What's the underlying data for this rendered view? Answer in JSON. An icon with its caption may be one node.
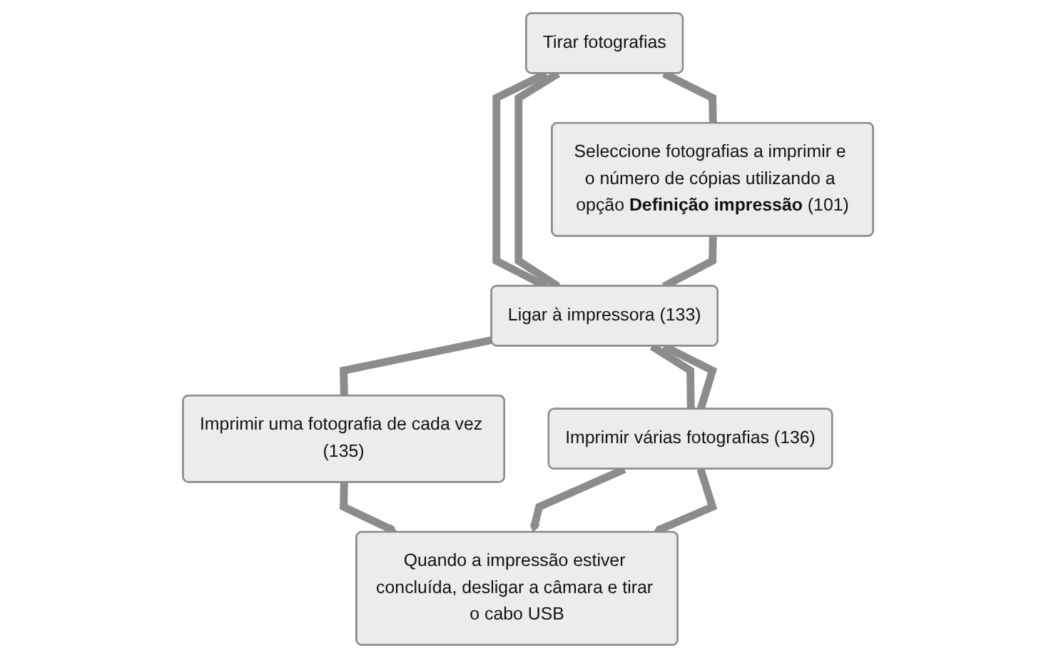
{
  "diagram": {
    "nodes": [
      {
        "text": [
          "Tirar fotografias"
        ]
      },
      {
        "text": [
          "Seleccione fotografias a imprimir e o número de cópias utilizando a opção **Definição impressão** (101)"
        ]
      },
      {
        "text": [
          "Ligar à impressora (133)"
        ]
      },
      {
        "text": [
          "Imprimir uma fotografia de cada vez (135)"
        ]
      },
      {
        "text": [
          "Imprimir várias fotografias (136)"
        ]
      },
      {
        "text": [
          "Quando a impressão estiver concluída, desligar a câmara e tirar o cabo USB"
        ]
      }
    ],
    "edges": [
      {
        "from": 0,
        "to": 2,
        "arrow": "none"
      },
      {
        "from": 0,
        "to": 2,
        "arrow": "none"
      },
      {
        "from": 0,
        "to": 1,
        "arrow": "none"
      },
      {
        "from": 1,
        "to": 2,
        "arrow": "none"
      },
      {
        "from": 2,
        "to": 3,
        "arrow": "none"
      },
      {
        "from": 2,
        "to": 4,
        "arrow": "none"
      },
      {
        "from": 2,
        "to": 4,
        "arrow": "none"
      },
      {
        "from": 3,
        "to": 5,
        "arrow": "to"
      },
      {
        "from": 4,
        "to": 5,
        "arrow": "to"
      },
      {
        "from": 4,
        "to": 5,
        "arrow": "to"
      }
    ]
  }
}
